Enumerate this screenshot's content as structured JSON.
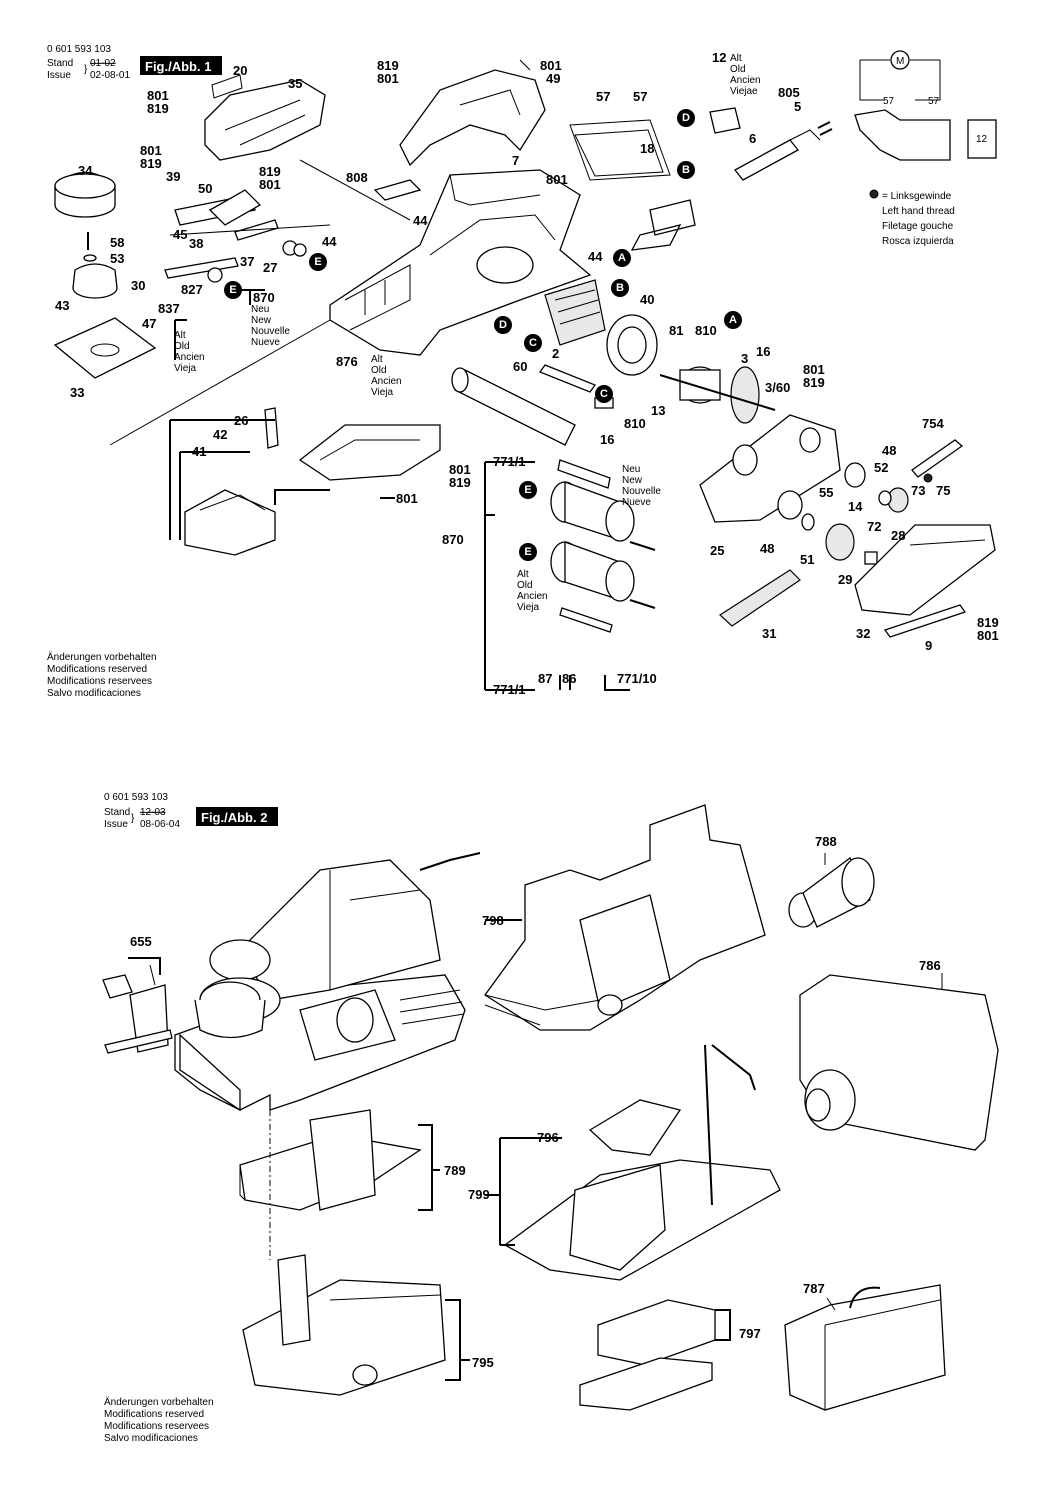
{
  "fig1": {
    "header": {
      "doc_no": "0 601 593 103",
      "stand": "Stand",
      "issue": "Issue",
      "stand_old": "01-02",
      "issue_date": "02-08-01",
      "badge": "Fig./Abb. 1"
    },
    "legend": {
      "line1": "= Linksgewinde",
      "line2": "Left hand thread",
      "line3": "Filetage gouche",
      "line4": "Rosca izquierda"
    },
    "wiring": {
      "motor": "M",
      "l1": "57",
      "l2": "57",
      "sw": "12"
    },
    "notes": [
      "Änderungen vorbehalten",
      "Modifications reserved",
      "Modifications reservees",
      "Salvo modificaciones"
    ],
    "alt_block": [
      "Alt",
      "Old",
      "Ancien",
      "Vieja"
    ],
    "alt_block_12": [
      "Alt",
      "Old",
      "Ancien",
      "Viejae"
    ],
    "neu_block": [
      "Neu",
      "New",
      "Nouvelle",
      "Nueve"
    ],
    "markers": [
      "A",
      "B",
      "C",
      "D",
      "E"
    ],
    "part_numbers": [
      "20",
      "35",
      "801",
      "819",
      "819",
      "801",
      "801",
      "49",
      "12",
      "57",
      "57",
      "805",
      "5",
      "6",
      "18",
      "34",
      "39",
      "50",
      "801",
      "819",
      "819",
      "801",
      "7",
      "808",
      "801",
      "44",
      "44",
      "44",
      "45",
      "38",
      "58",
      "53",
      "30",
      "37",
      "27",
      "870",
      "827",
      "837",
      "43",
      "47",
      "33",
      "876",
      "60",
      "2",
      "40",
      "81",
      "810",
      "16",
      "3",
      "801",
      "819",
      "3/60",
      "13",
      "810",
      "16",
      "26",
      "42",
      "41",
      "801",
      "819",
      "801",
      "771/1",
      "754",
      "48",
      "52",
      "14",
      "73",
      "75",
      "55",
      "28",
      "72",
      "25",
      "48",
      "51",
      "29",
      "870",
      "819",
      "801",
      "32",
      "9",
      "31",
      "87",
      "86",
      "771/10",
      "771/1"
    ]
  },
  "fig2": {
    "header": {
      "doc_no": "0 601 593 103",
      "stand": "Stand",
      "issue": "Issue",
      "stand_old": "12-03",
      "issue_date": "08-06-04",
      "badge": "Fig./Abb. 2"
    },
    "notes": [
      "Änderungen vorbehalten",
      "Modifications reserved",
      "Modifications reservees",
      "Salvo modificaciones"
    ],
    "part_numbers": [
      "788",
      "798",
      "655",
      "786",
      "796",
      "789",
      "799",
      "787",
      "797",
      "795"
    ]
  }
}
